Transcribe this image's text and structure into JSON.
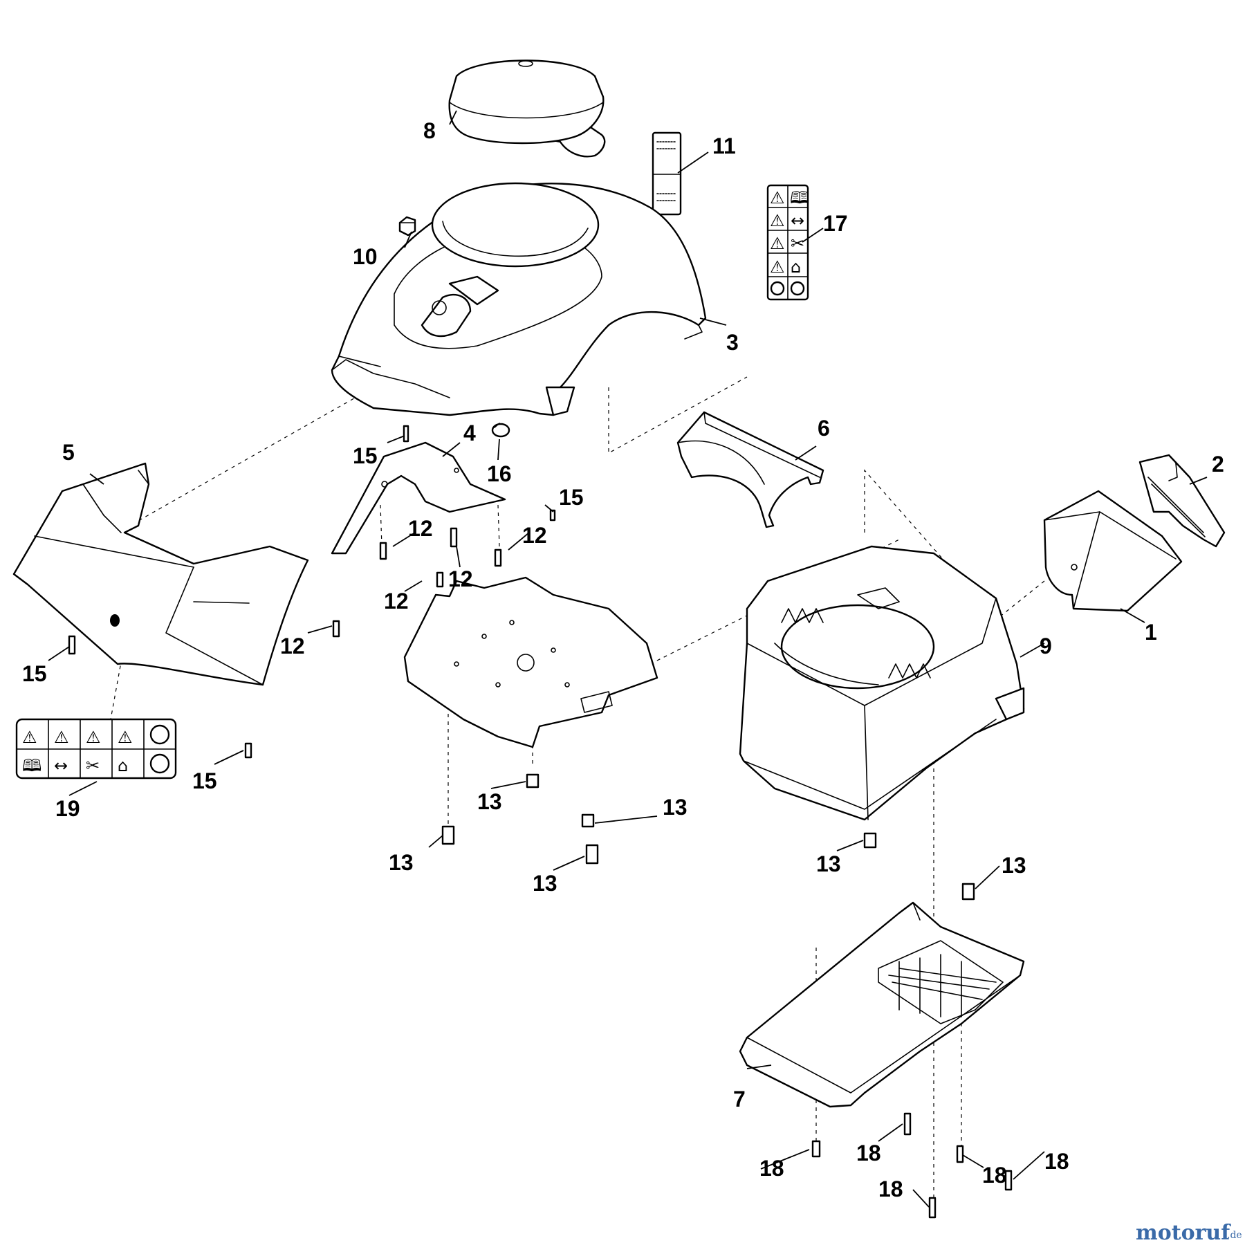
{
  "callouts": {
    "c1": "1",
    "c2": "2",
    "c3": "3",
    "c4": "4",
    "c5": "5",
    "c6": "6",
    "c7": "7",
    "c8": "8",
    "c9": "9",
    "c10": "10",
    "c11": "11",
    "c12": "12",
    "c13": "13",
    "c15": "15",
    "c16": "16",
    "c17": "17",
    "c18": "18",
    "c19": "19"
  },
  "watermark": {
    "brand": "motoruf",
    "tld": ".de",
    "colors": {
      "primary": "#3a6aa8",
      "accent": "#d9a21b"
    }
  },
  "icons": {
    "label17": [
      "warning-triangle-icon",
      "manual-book-icon",
      "distance-icon",
      "hand-blade-icon",
      "mower-icon",
      "ear-protection-icon",
      "eye-protection-icon"
    ],
    "label19": [
      "warning-triangle-icon",
      "manual-book-icon",
      "distance-icon",
      "hand-blade-icon",
      "mower-icon",
      "ear-protection-icon"
    ]
  }
}
